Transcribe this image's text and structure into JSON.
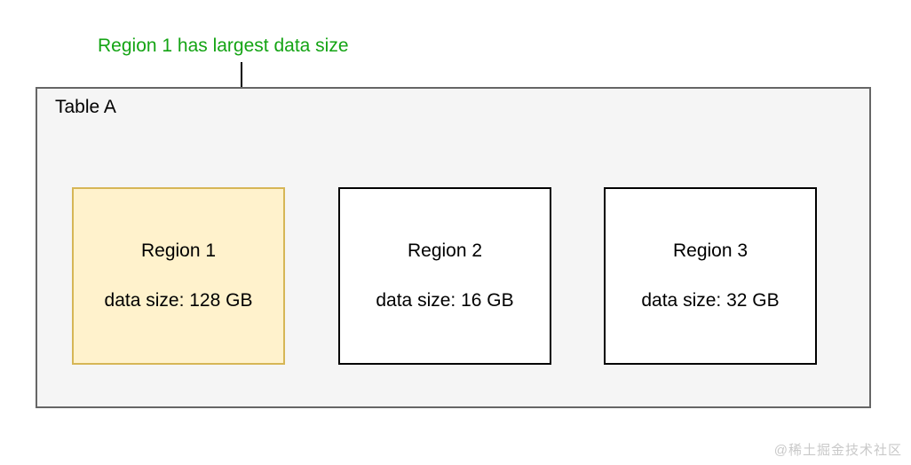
{
  "annotation": {
    "label": "Region 1 has largest data size",
    "color": "#14a414"
  },
  "container": {
    "title": "Table A",
    "fill": "#f5f5f5",
    "border_color": "#666666"
  },
  "regions": [
    {
      "name": "Region 1",
      "data_size": "data size: 128 GB",
      "fill": "#fff2cc",
      "border_color": "#d6b656",
      "highlighted": true
    },
    {
      "name": "Region 2",
      "data_size": "data size: 16 GB",
      "fill": "#ffffff",
      "border_color": "#000000",
      "highlighted": false
    },
    {
      "name": "Region 3",
      "data_size": "data size: 32 GB",
      "fill": "#ffffff",
      "border_color": "#000000",
      "highlighted": false
    }
  ],
  "watermark": "@稀土掘金技术社区"
}
